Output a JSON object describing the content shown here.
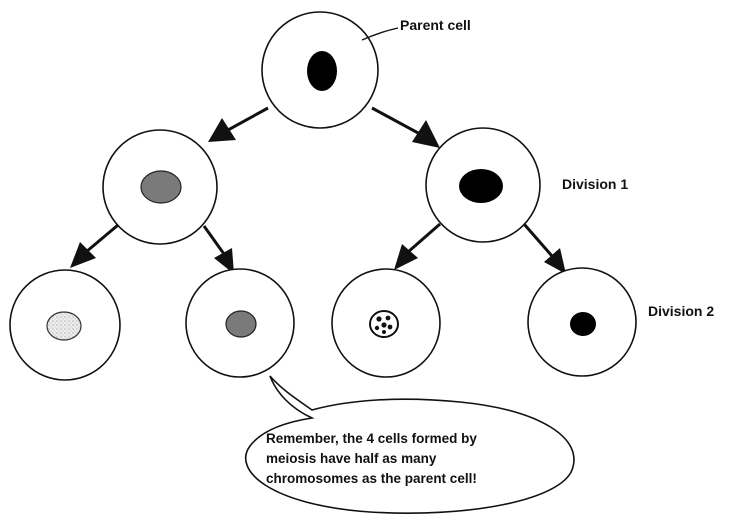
{
  "labels": {
    "parent_cell": "Parent cell",
    "division_1": "Division 1",
    "division_2": "Division 2"
  },
  "callout": {
    "line1": "Remember, the 4 cells formed by",
    "line2": "meiosis have half as many",
    "line3": "chromosomes as the parent cell!"
  },
  "colors": {
    "nucleus_black": "#000000",
    "nucleus_gray": "#7a7a7a",
    "nucleus_light_speckled": "#e4e4e4",
    "outline": "#111111"
  }
}
